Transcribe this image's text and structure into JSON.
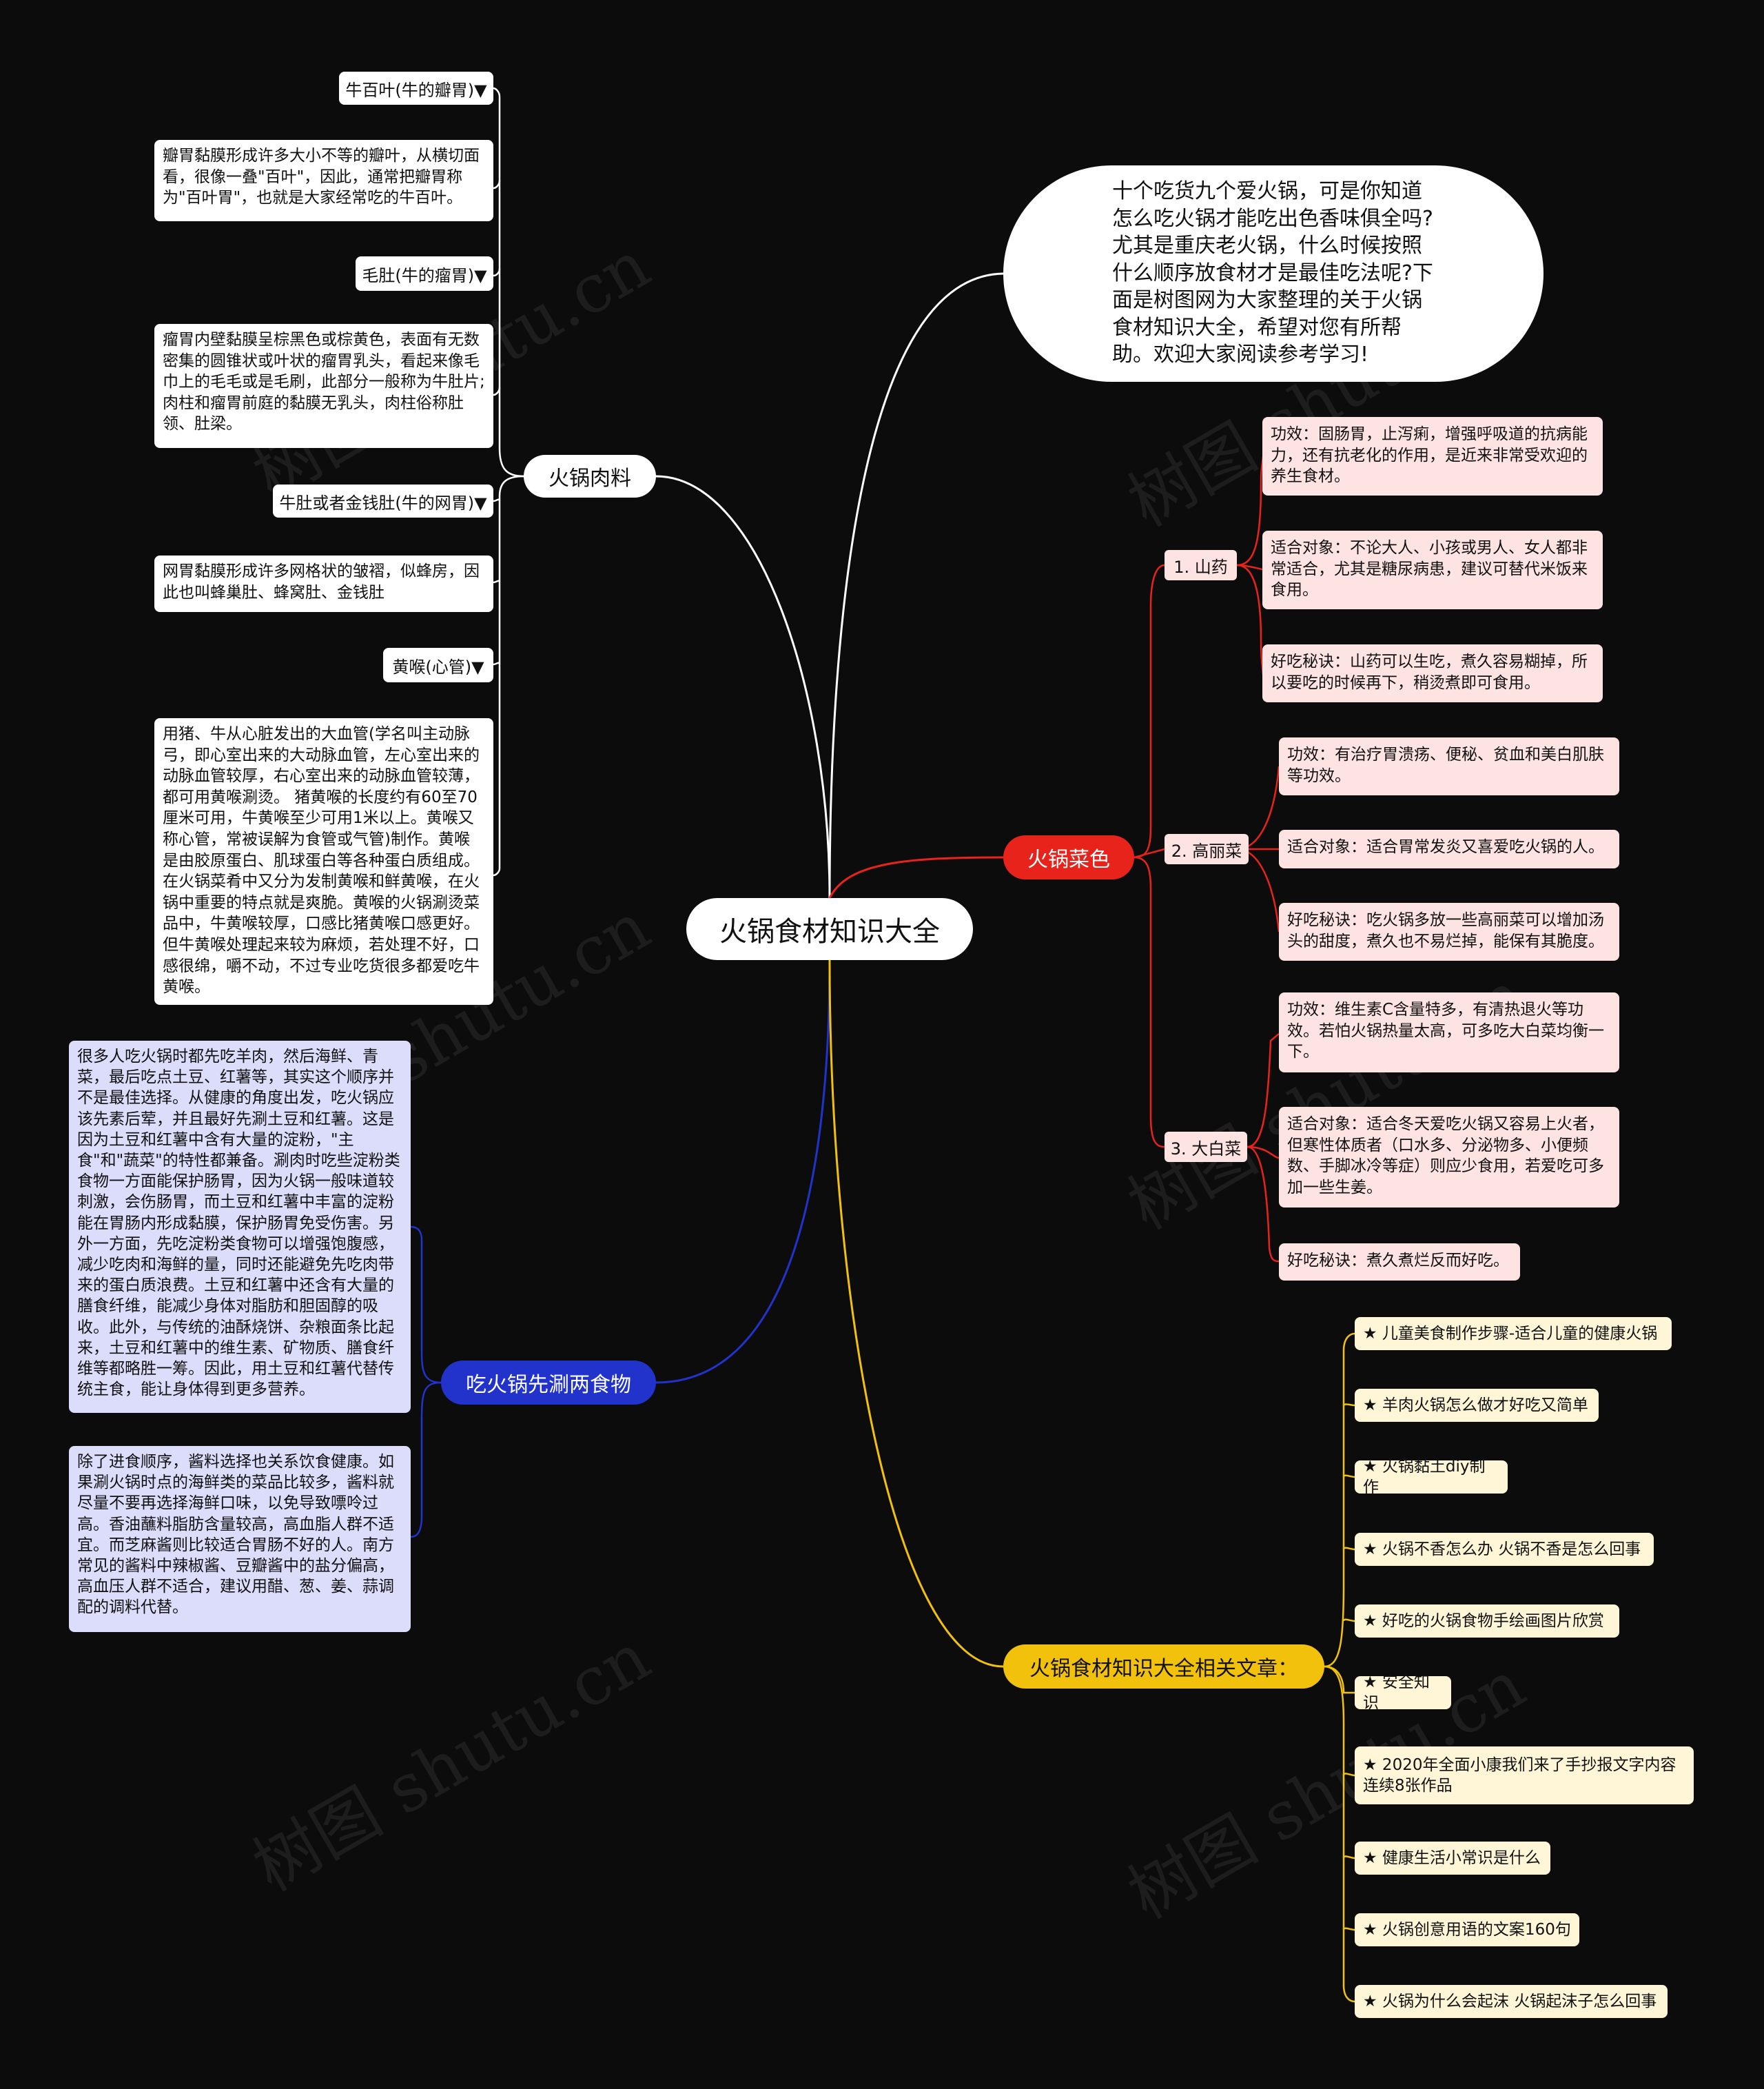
{
  "colors": {
    "background": "#0c0c0c",
    "red": "#e8231b",
    "blue": "#2233cc",
    "yellow": "#f2c10c",
    "pink_fill": "#fde3e1",
    "lavender_fill": "#dcdcfb",
    "cream_fill": "#fef6d6"
  },
  "root": "火锅食材知识大全",
  "intro": "十个吃货九个爱火锅，可是你知道怎么吃火锅才能吃出色香味俱全吗?尤其是重庆老火锅，什么时候按照什么顺序放食材才是最佳吃法呢?下面是树图网为大家整理的关于火锅食材知识大全，希望对您有所帮助。欢迎大家阅读参考学习!",
  "meat": {
    "label": "火锅肉料",
    "items": [
      {
        "tag": "牛百叶(牛的瓣胃)▼",
        "text": "瓣胃黏膜形成许多大小不等的瓣叶，从横切面看，很像一叠\"百叶\"，因此，通常把瓣胃称为\"百叶胃\"，也就是大家经常吃的牛百叶。"
      },
      {
        "tag": "毛肚(牛的瘤胃)▼",
        "text": "瘤胃内壁黏膜呈棕黑色或棕黄色，表面有无数密集的圆锥状或叶状的瘤胃乳头，看起来像毛巾上的毛毛或是毛刷，此部分一般称为牛肚片;肉柱和瘤胃前庭的黏膜无乳头，肉柱俗称肚领、肚梁。"
      },
      {
        "tag": "牛肚或者金钱肚(牛的网胃)▼",
        "text": "网胃黏膜形成许多网格状的皱褶，似蜂房，因此也叫蜂巢肚、蜂窝肚、金钱肚"
      },
      {
        "tag": "黄喉(心管)▼",
        "text": "用猪、牛从心脏发出的大血管(学名叫主动脉弓，即心室出来的大动脉血管，左心室出来的动脉血管较厚，右心室出来的动脉血管较薄，都可用黄喉涮烫。 猪黄喉的长度约有60至70厘米可用，牛黄喉至少可用1米以上。黄喉又称心管，常被误解为食管或气管)制作。黄喉是由胶原蛋白、肌球蛋白等各种蛋白质组成。在火锅菜肴中又分为发制黄喉和鲜黄喉，在火锅中重要的特点就是爽脆。黄喉的火锅涮烫菜品中，牛黄喉较厚，口感比猪黄喉口感更好。但牛黄喉处理起来较为麻烦，若处理不好，口感很绵，嚼不动，不过专业吃货很多都爱吃牛黄喉。"
      }
    ]
  },
  "veg": {
    "label": "火锅菜色",
    "items": [
      {
        "name": "1. 山药",
        "notes": [
          "功效：固肠胃，止泻痢，增强呼吸道的抗病能力，还有抗老化的作用，是近来非常受欢迎的养生食材。",
          "适合对象：不论大人、小孩或男人、女人都非常适合，尤其是糖尿病患，建议可替代米饭来食用。",
          "好吃秘诀：山药可以生吃，煮久容易糊掉，所以要吃的时候再下，稍烫煮即可食用。"
        ]
      },
      {
        "name": "2. 高丽菜",
        "notes": [
          "功效：有治疗胃溃疡、便秘、贫血和美白肌肤等功效。",
          "适合对象：适合胃常发炎又喜爱吃火锅的人。",
          "好吃秘诀：吃火锅多放一些高丽菜可以增加汤头的甜度，煮久也不易烂掉，能保有其脆度。"
        ]
      },
      {
        "name": "3. 大白菜",
        "notes": [
          "功效：维生素C含量特多，有清热退火等功效。若怕火锅热量太高，可多吃大白菜均衡一下。",
          "适合对象：适合冬天爱吃火锅又容易上火者，但寒性体质者（口水多、分泌物多、小便频数、手脚冰冷等症）则应少食用，若爱吃可多加一些生姜。",
          "好吃秘诀：煮久煮烂反而好吃。"
        ]
      }
    ]
  },
  "order": {
    "label": "吃火锅先涮两食物",
    "texts": [
      "很多人吃火锅时都先吃羊肉，然后海鲜、青菜，最后吃点土豆、红薯等，其实这个顺序并不是最佳选择。从健康的角度出发，吃火锅应该先素后荤，并且最好先涮土豆和红薯。这是因为土豆和红薯中含有大量的淀粉，\"主食\"和\"蔬菜\"的特性都兼备。涮肉时吃些淀粉类食物一方面能保护肠胃，因为火锅一般味道较刺激，会伤肠胃，而土豆和红薯中丰富的淀粉能在胃肠内形成黏膜，保护肠胃免受伤害。另外一方面，先吃淀粉类食物可以增强饱腹感，减少吃肉和海鲜的量，同时还能避免先吃肉带来的蛋白质浪费。土豆和红薯中还含有大量的膳食纤维，能减少身体对脂肪和胆固醇的吸收。此外，与传统的油酥烧饼、杂粮面条比起来，土豆和红薯中的维生素、矿物质、膳食纤维等都略胜一筹。因此，用土豆和红薯代替传统主食，能让身体得到更多营养。",
      "除了进食顺序，酱料选择也关系饮食健康。如果涮火锅时点的海鲜类的菜品比较多，酱料就尽量不要再选择海鲜口味，以免导致嘌呤过高。香油蘸料脂肪含量较高，高血脂人群不适宜。而芝麻酱则比较适合胃肠不好的人。南方常见的酱料中辣椒酱、豆瓣酱中的盐分偏高，高血压人群不适合，建议用醋、葱、姜、蒜调配的调料代替。"
    ]
  },
  "related": {
    "label": "火锅食材知识大全相关文章：",
    "items": [
      "★ 儿童美食制作步骤-适合儿童的健康火锅",
      "★ 羊肉火锅怎么做才好吃又简单",
      "★ 火锅黏土diy制作",
      "★ 火锅不香怎么办 火锅不香是怎么回事",
      "★ 好吃的火锅食物手绘画图片欣赏",
      "★ 安全知识",
      "★ 2020年全面小康我们来了手抄报文字内容连续8张作品",
      "★ 健康生活小常识是什么",
      "★ 火锅创意用语的文案160句",
      "★ 火锅为什么会起沫 火锅起沫子怎么回事"
    ]
  },
  "watermark": "树图 shutu.cn"
}
